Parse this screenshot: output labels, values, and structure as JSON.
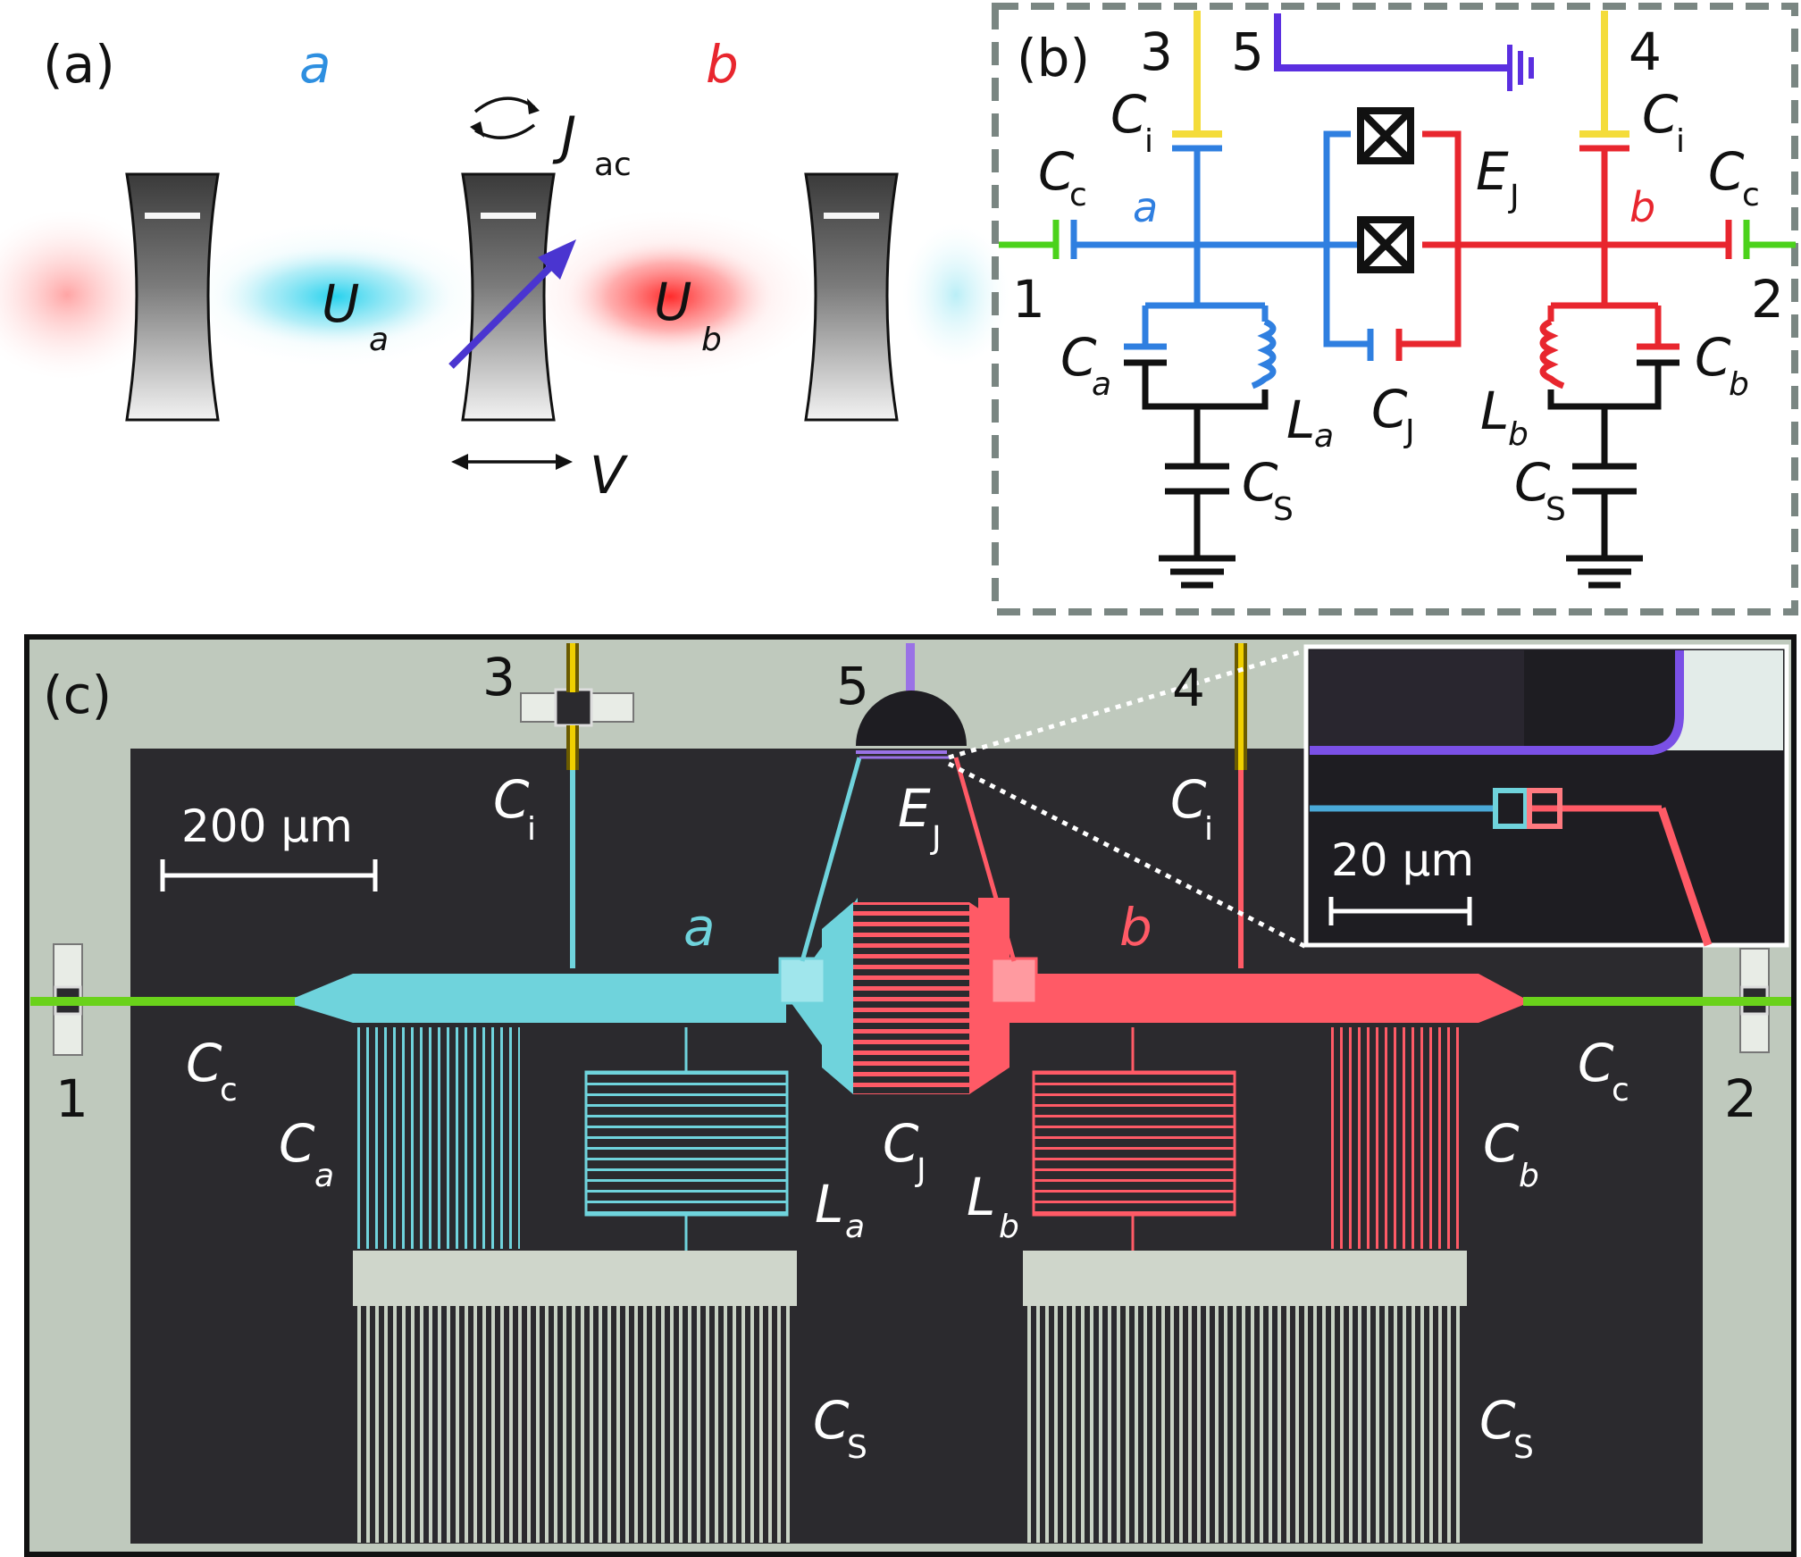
{
  "panel_a": {
    "tag": "(a)",
    "mode_a": "a",
    "mode_b": "b",
    "coupling_J": "J",
    "coupling_sub": "ac",
    "U_a": "U",
    "U_a_sub": "a",
    "U_b": "U",
    "U_b_sub": "b",
    "potential": "V",
    "colors": {
      "a": "#2e8fe0",
      "b": "#e8262e",
      "arrow": "#4a35d0"
    }
  },
  "panel_b": {
    "tag": "(b)",
    "ports": {
      "p1": "1",
      "p2": "2",
      "p3": "3",
      "p4": "4",
      "p5": "5"
    },
    "C": "C",
    "L": "L",
    "E": "E",
    "sub_i": "i",
    "sub_c": "c",
    "sub_a": "a",
    "sub_b": "b",
    "sub_J": "J",
    "sub_S": "S",
    "node_a": "a",
    "node_b": "b",
    "colors": {
      "a": "#2f7fe0",
      "b": "#e8262e",
      "port_in": "#f4dc3a",
      "port_ext": "#4bd21b",
      "flux": "#5b2fe0",
      "ground": "#111111"
    }
  },
  "panel_c": {
    "tag": "(c)",
    "scale_main": "200 µm",
    "scale_inset": "20 µm",
    "ports": {
      "p1": "1",
      "p2": "2",
      "p3": "3",
      "p4": "4",
      "p5": "5"
    },
    "C": "C",
    "L": "L",
    "E": "E",
    "sub_i": "i",
    "sub_c": "c",
    "sub_a": "a",
    "sub_b": "b",
    "sub_J": "J",
    "sub_S": "S",
    "mode_a": "a",
    "mode_b": "b",
    "colors": {
      "a": "#6fd3dc",
      "b": "#ff5a66",
      "substrate": "#2b2a2e",
      "metal": "#c8d2c4",
      "port_in": "#f0d000",
      "port_ext": "#6ad21b",
      "flux": "#9a72e6"
    }
  }
}
